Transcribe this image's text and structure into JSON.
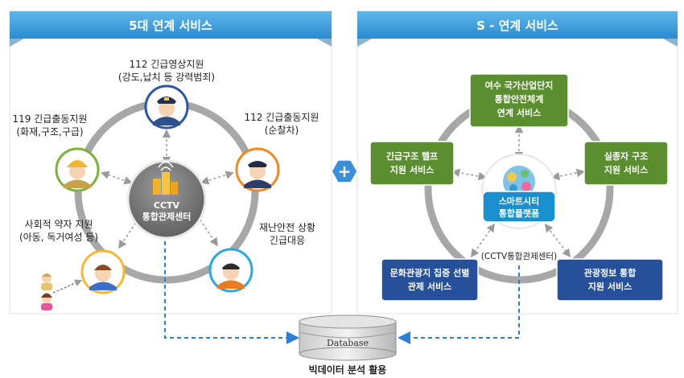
{
  "left_panel": {
    "title": "5대 연계 서비스",
    "center": {
      "line1": "CCTV",
      "line2": "통합관제센터"
    },
    "nodes": {
      "video_title": "112 긴급영상지원",
      "video_sub": "(강도,납치 등 강력범죄)",
      "fire_title": "119 긴급출동지원",
      "fire_sub": "(화재,구조,구급)",
      "police_title": "112 긴급출동지원",
      "police_sub": "(순찰차)",
      "welfare_title": "사회적 약자 지원",
      "welfare_sub": "(아동, 독거여성 등)",
      "disaster_line1": "재난안전 상황",
      "disaster_line2": "긴급대응"
    }
  },
  "plus_symbol": "+",
  "right_panel": {
    "title": "S - 연계 서비스",
    "center": {
      "line1": "스마트시티",
      "line2": "통합플랫폼",
      "caption": "(CCTV통합관제센터)"
    },
    "boxes": {
      "top": [
        "여수 국가산업단지",
        "통합안전체계",
        "연계 서비스"
      ],
      "left": [
        "긴급구조 헬프",
        "지원 서비스"
      ],
      "right": [
        "실종자 구조",
        "지원 서비스"
      ],
      "bottom_left": [
        "문화관광지 집중 선별",
        "관제 서비스"
      ],
      "bottom_right": [
        "관광정보 통합",
        "지원 서비스"
      ]
    }
  },
  "database": {
    "label": "Database",
    "caption": "빅데이터 분석 활용"
  },
  "colors": {
    "banner": "#3a9ad9",
    "ring": "#a7a7a7",
    "green_box": "#5a8e2f",
    "navy_box": "#27509b",
    "teal_box": "#1a8fd0",
    "dashed_link": "#2a7fd4",
    "plus_hex": "#3b8ed8"
  }
}
